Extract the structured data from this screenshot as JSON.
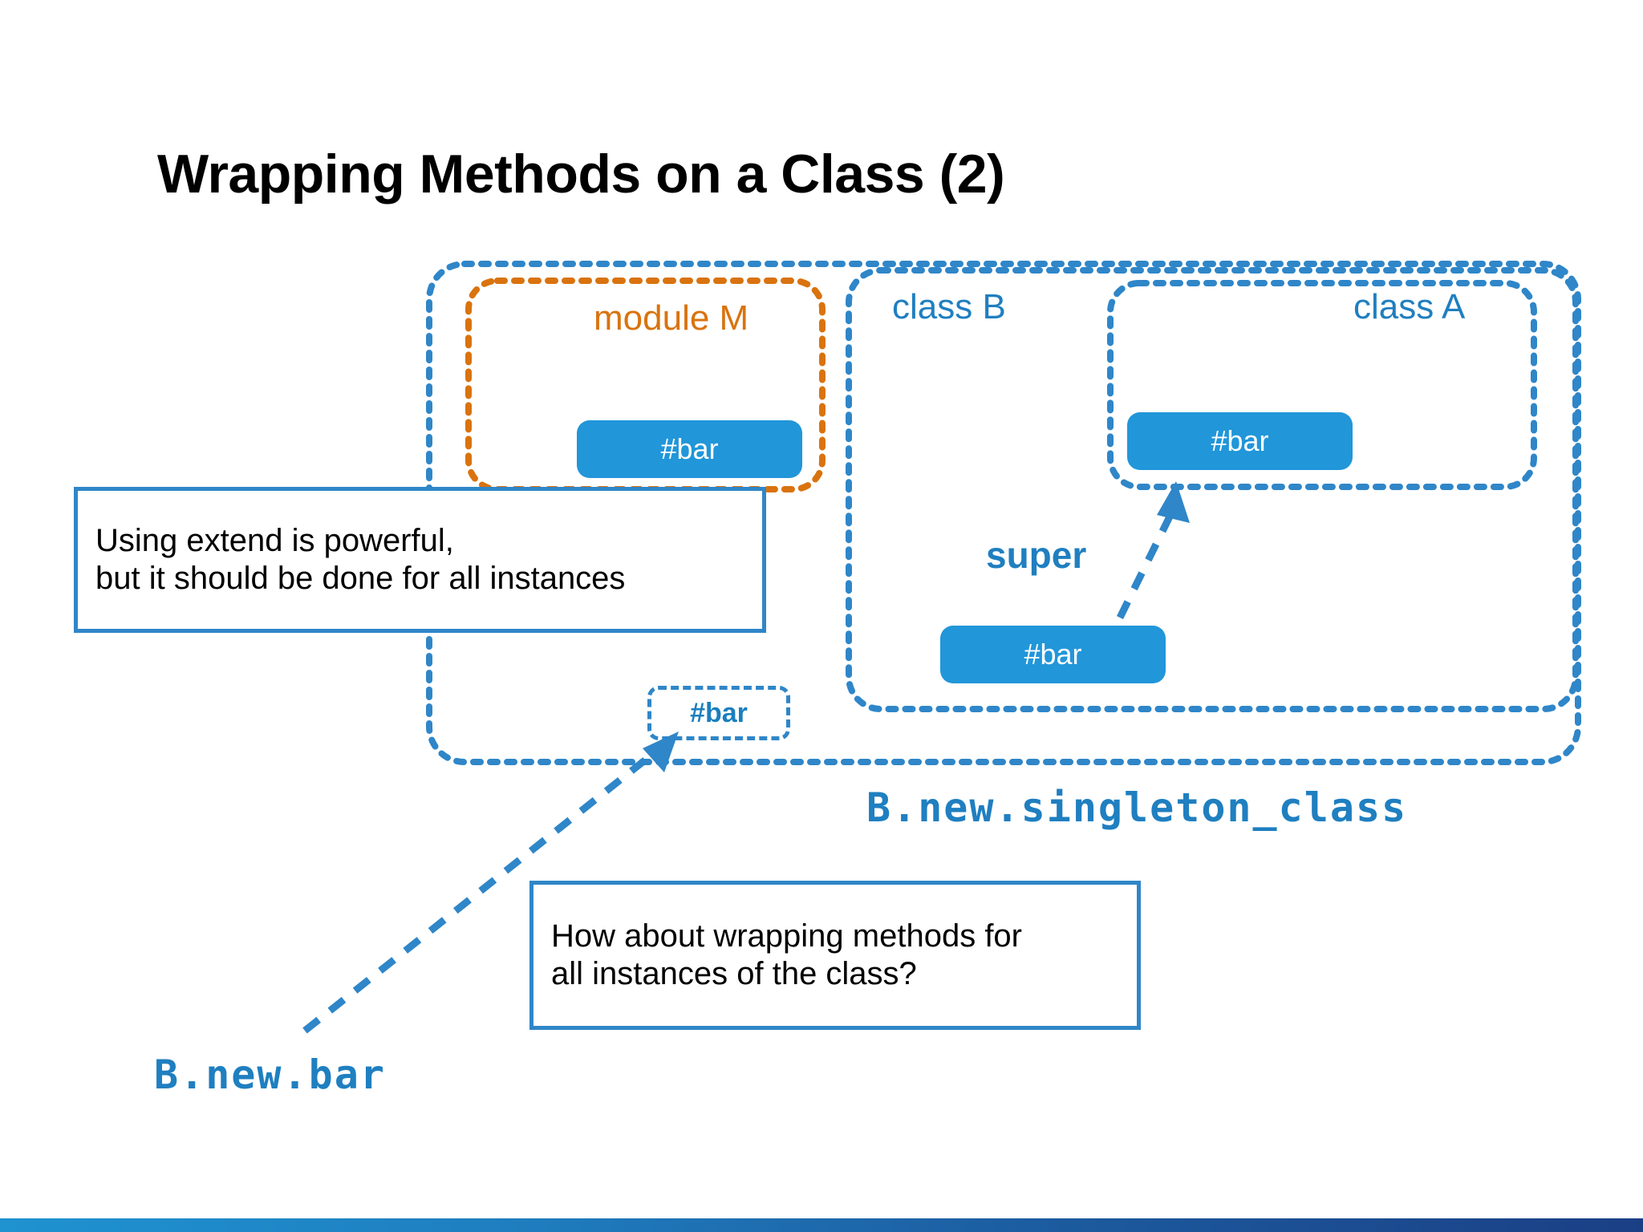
{
  "slide": {
    "title": "Wrapping Methods on a Class (2)",
    "background": "#ffffff"
  },
  "colors": {
    "accent_blue": "#1f7fc0",
    "pill_blue": "#2196d9",
    "module_orange": "#d9730f",
    "border_blue": "#2f86c8",
    "text_black": "#000000",
    "footer_gradient_start": "#1f92d0",
    "footer_gradient_end": "#1b3f85"
  },
  "diagram": {
    "containers": [
      {
        "name": "singleton-class-container",
        "label": "",
        "border_style": "dotted",
        "border_color": "#2f86c8"
      },
      {
        "name": "module-m-container",
        "label": "module M",
        "border_style": "dotted",
        "border_color": "#d9730f"
      },
      {
        "name": "class-b-container",
        "label": "class B",
        "border_style": "dotted",
        "border_color": "#2f86c8"
      },
      {
        "name": "class-a-container",
        "label": "class A",
        "border_style": "dotted",
        "border_color": "#2f86c8"
      }
    ],
    "methods": [
      {
        "name": "module-m-bar",
        "label": "#bar",
        "style": "filled"
      },
      {
        "name": "class-a-bar",
        "label": "#bar",
        "style": "filled"
      },
      {
        "name": "class-b-bar",
        "label": "#bar",
        "style": "filled"
      },
      {
        "name": "singleton-bar",
        "label": "#bar",
        "style": "dashed"
      }
    ],
    "edge_labels": {
      "super": "super"
    },
    "code_labels": {
      "singleton_class": "B.new.singleton_class",
      "new_bar": "B.new.bar"
    }
  },
  "callouts": [
    {
      "name": "callout-extend",
      "lines": [
        "Using extend is powerful,",
        "but it should be done for all instances"
      ]
    },
    {
      "name": "callout-wrapping",
      "lines": [
        "How about wrapping methods for",
        "all instances of the class?"
      ]
    }
  ]
}
